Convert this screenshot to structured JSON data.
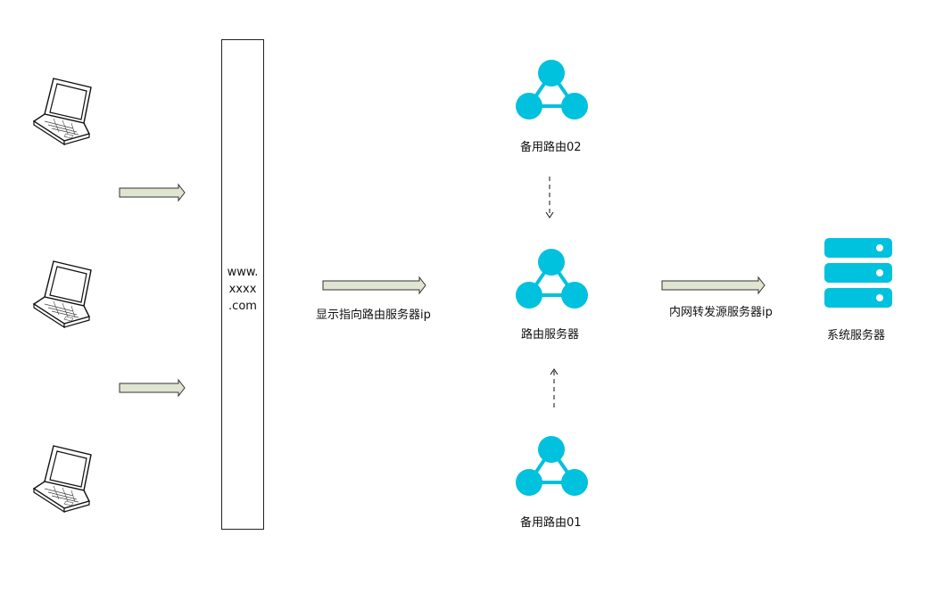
{
  "dns_box": {
    "line1": "www.",
    "line2": "xxxx",
    "line3": ".com"
  },
  "labels": {
    "dns_to_router": "显示指向路由服务器ip",
    "router_to_server": "内网转发源服务器ip",
    "backup_router_top": "备用路由02",
    "main_router": "路由服务器",
    "backup_router_bottom": "备用路由01",
    "system_server": "系统服务器"
  },
  "colors": {
    "router_node": "#00c1de",
    "server": "#00c1de",
    "arrow_fill": "#dfe5d1",
    "arrow_stroke": "#333333"
  },
  "icons": {
    "client": "laptop-icon",
    "router": "router-node-icon",
    "server": "server-rack-icon"
  }
}
